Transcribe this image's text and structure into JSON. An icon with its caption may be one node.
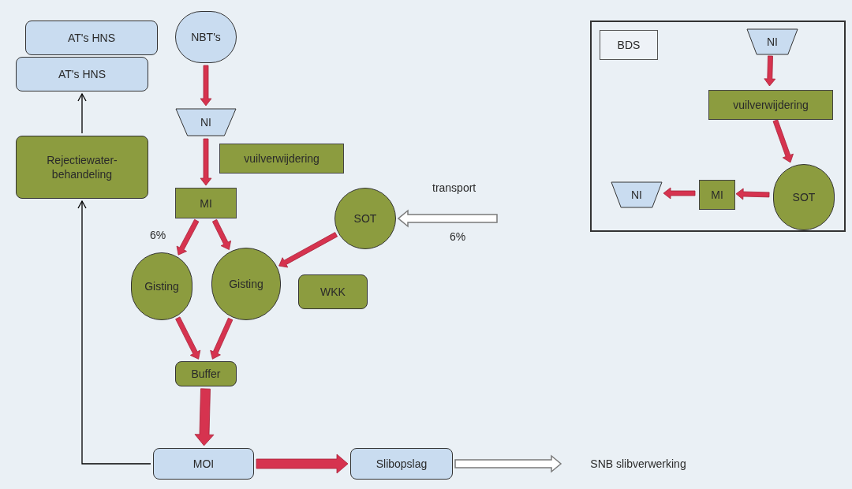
{
  "diagram": {
    "nodes": [
      {
        "text": [
          "AT's HNS"
        ]
      },
      {
        "text": [
          "AT's HNS"
        ]
      },
      {
        "text": [
          "NBT's"
        ]
      },
      {
        "text": [
          "NI"
        ]
      },
      {
        "text": [
          "vuilverwijdering"
        ]
      },
      {
        "text": [
          "Rejectiewater- behandeling"
        ]
      },
      {
        "text": [
          "MI"
        ]
      },
      {
        "text": [
          "SOT"
        ]
      },
      {
        "text": [
          "Gisting"
        ]
      },
      {
        "text": [
          "Gisting"
        ]
      },
      {
        "text": [
          "WKK"
        ]
      },
      {
        "text": [
          "Buffer"
        ]
      },
      {
        "text": [
          "MOI"
        ]
      },
      {
        "text": [
          "Slibopslag"
        ]
      },
      {
        "text": [
          "SNB slibverwerking"
        ]
      },
      {
        "text": [],
        "shape": "box"
      },
      {
        "text": [
          "BDS"
        ],
        "in": 15
      },
      {
        "text": [
          "NI"
        ],
        "in": 15
      },
      {
        "text": [
          "vuilverwijdering"
        ],
        "in": 15
      },
      {
        "text": [
          "SOT"
        ],
        "in": 15
      },
      {
        "text": [
          "MI"
        ],
        "in": 15
      },
      {
        "text": [
          "NI"
        ],
        "in": 15
      }
    ],
    "edges": [
      {
        "from": 2,
        "to": 3,
        "arrow": "to"
      },
      {
        "from": 3,
        "to": 6,
        "arrow": "to"
      },
      {
        "from": 6,
        "to": 8,
        "arrow": "to"
      },
      {
        "from": 6,
        "to": 9,
        "arrow": "to"
      },
      {
        "from": 7,
        "to": 9,
        "arrow": "to"
      },
      {
        "from": null,
        "to": 7,
        "arrow": "to",
        "color": "#ffffff"
      },
      {
        "from": 8,
        "to": 11,
        "arrow": "to"
      },
      {
        "from": 9,
        "to": 11,
        "arrow": "to"
      },
      {
        "from": 11,
        "to": 12,
        "arrow": "to",
        "style": "thick"
      },
      {
        "from": 12,
        "to": 13,
        "arrow": "to",
        "style": "thick"
      },
      {
        "from": 13,
        "to": 14,
        "arrow": "to",
        "color": "#ffffff"
      },
      {
        "from": 17,
        "to": 18,
        "arrow": "to"
      },
      {
        "from": 18,
        "to": 19,
        "arrow": "to"
      },
      {
        "from": 19,
        "to": 20,
        "arrow": "to"
      },
      {
        "from": 20,
        "to": 21,
        "arrow": "to"
      },
      {
        "from": 12,
        "to": 5,
        "arrow": "to",
        "color": "#000000"
      },
      {
        "from": 5,
        "to": 1,
        "arrow": "to",
        "color": "#000000"
      }
    ],
    "labels": [
      "transport",
      "6%",
      "6%"
    ]
  }
}
